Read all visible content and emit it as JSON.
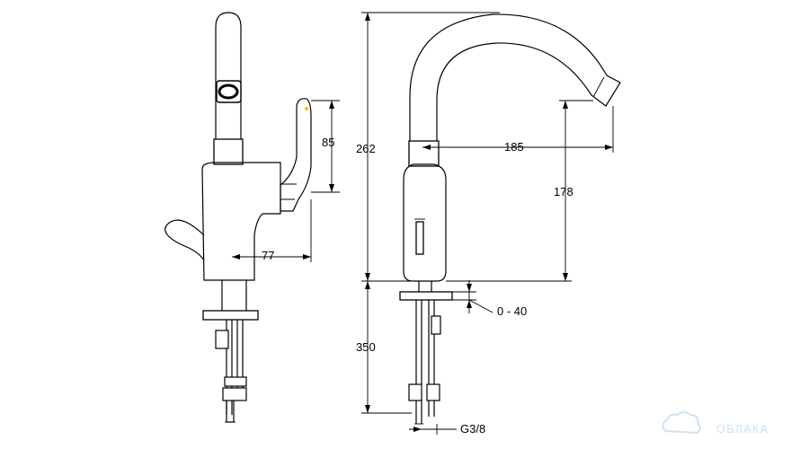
{
  "dimensions": {
    "lever_height": "85",
    "side_reach": "77",
    "total_height": "262",
    "spout_reach": "185",
    "spout_height": "178",
    "counter_thickness": "0 - 40",
    "hose_length": "350",
    "thread": "G3/8"
  },
  "watermark": {
    "text": "ОБЛАКА",
    "icon": "cloud-icon"
  },
  "colors": {
    "line": "#000000",
    "watermark": "#cfe3ef",
    "accent_dot": "#e8c400"
  }
}
